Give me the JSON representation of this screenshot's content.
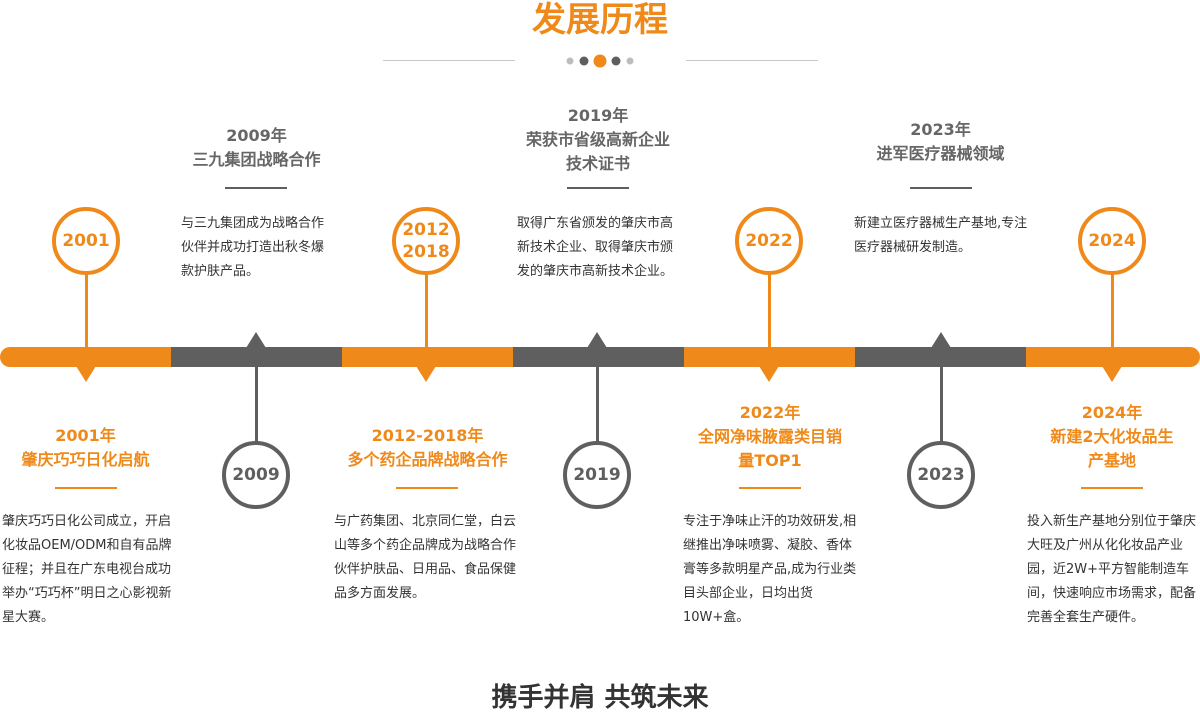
{
  "title": "发展历程",
  "slogan": "携手并肩  共筑未来",
  "colors": {
    "accent": "#ef8a1a",
    "gray": "#5f5f5f"
  },
  "milestones": [
    {
      "circle": "2001",
      "heading": "2001年\n肇庆巧巧日化启航",
      "desc": "肇庆巧巧日化公司成立，开启化妆品OEM/ODM和自有品牌征程；并且在广东电视台成功举办“巧巧杯”明日之心影视新星大赛。"
    },
    {
      "circle": "2009",
      "heading": "2009年\n三九集团战略合作",
      "desc": "与三九集团成为战略合作伙伴并成功打造出秋冬爆款护肤产品。"
    },
    {
      "circle": "2012\n2018",
      "heading": "2012-2018年\n多个药企品牌战略合作",
      "desc": "与广药集团、北京同仁堂，白云山等多个药企品牌成为战略合作伙伴护肤品、日用品、食品保健品多方面发展。"
    },
    {
      "circle": "2019",
      "heading": "2019年\n荣获市省级高新企业\n技术证书",
      "desc": "取得广东省颁发的肇庆市高新技术企业、取得肇庆市颁发的肇庆市高新技术企业。"
    },
    {
      "circle": "2022",
      "heading": "2022年\n全网净味腋露类目销\n量TOP1",
      "desc": "专注于净味止汗的功效研发,相继推出净味喷雾、凝胶、香体膏等多款明星产品,成为行业类目头部企业，日均出货10W+盒。"
    },
    {
      "circle": "2023",
      "heading": "2023年\n进军医疗器械领域",
      "desc": "新建立医疗器械生产基地,专注医疗器械研发制造。"
    },
    {
      "circle": "2024",
      "heading": "2024年\n新建2大化妆品生\n产基地",
      "desc": "投入新生产基地分别位于肇庆大旺及广州从化化妆品产业园，近2W+平方智能制造车间，快速响应市场需求，配备完善全套生产硬件。"
    }
  ]
}
